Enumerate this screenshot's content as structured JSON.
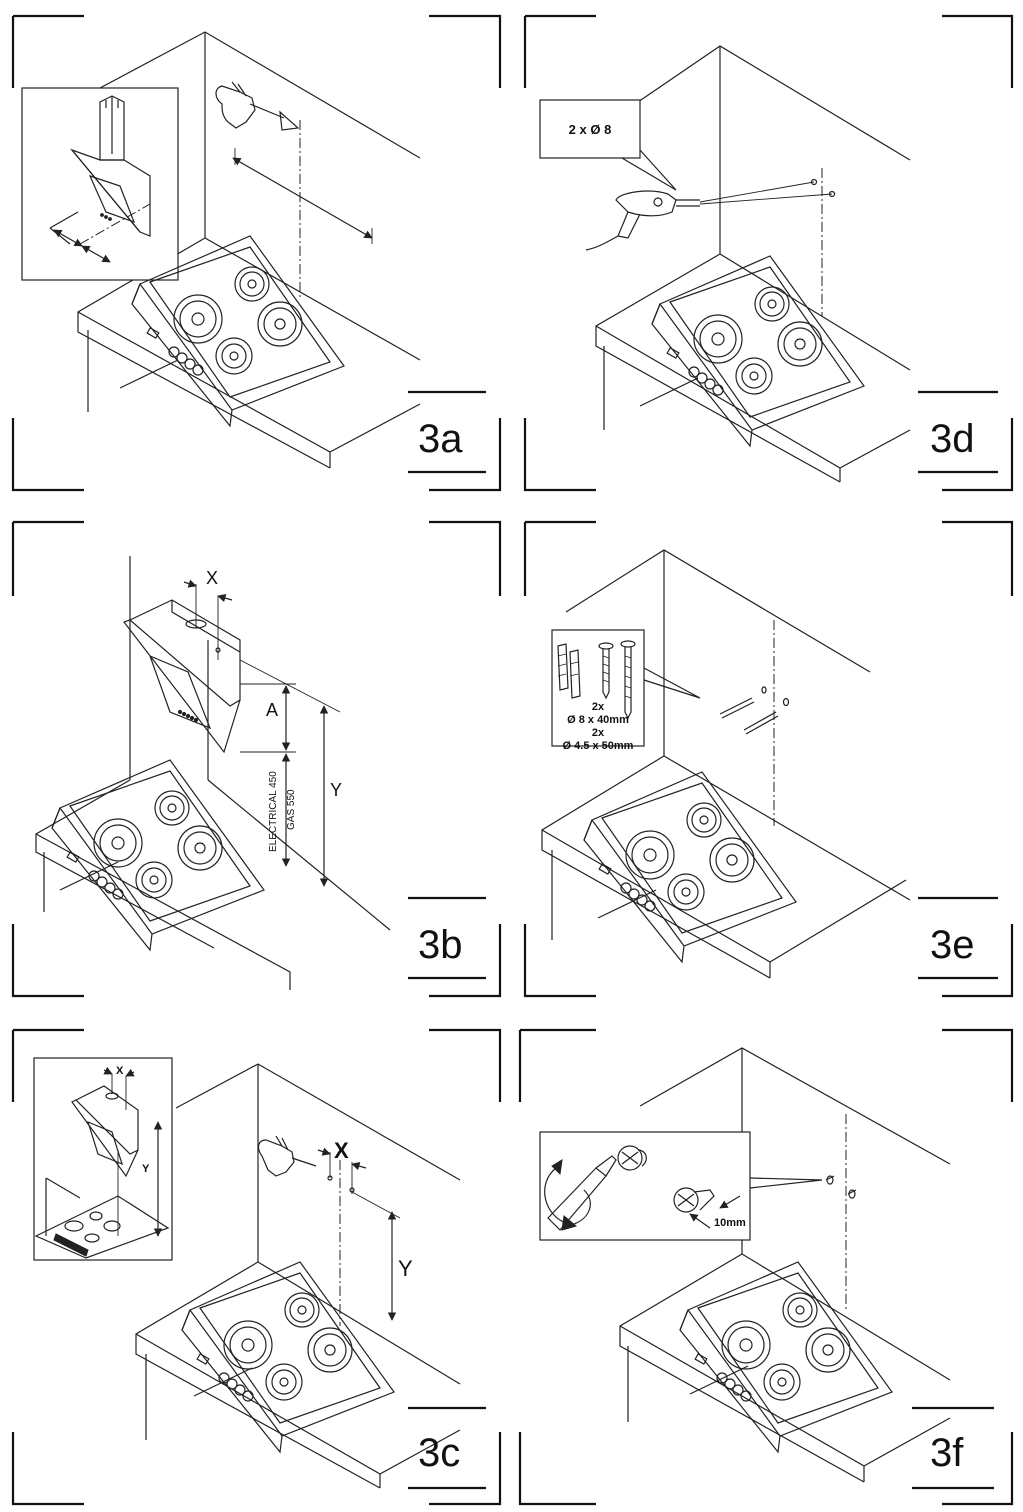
{
  "panels": [
    {
      "id": "3a",
      "label": "3a"
    },
    {
      "id": "3b",
      "label": "3b",
      "dims": {
        "x": "X",
        "a": "A",
        "y": "Y",
        "electrical": "ELECTRICAL 450",
        "gas": "GAS 550"
      }
    },
    {
      "id": "3c",
      "label": "3c",
      "dims": {
        "x_small": "X",
        "y_small": "Y",
        "x": "X",
        "y": "Y"
      }
    },
    {
      "id": "3d",
      "label": "3d",
      "callout": "2 x Ø 8"
    },
    {
      "id": "3e",
      "label": "3e",
      "callout_lines": [
        "2x",
        "Ø 8 x 40mm",
        "2x",
        "Ø 4.5 x 50mm"
      ]
    },
    {
      "id": "3f",
      "label": "3f",
      "callout": "10mm"
    }
  ],
  "icons": [
    "hand-pencil-icon",
    "drill-icon",
    "wall-plug-icon",
    "screw-icon",
    "screwdriver-icon",
    "rotate-arrow-icon",
    "cooker-hood-icon",
    "hob-icon"
  ]
}
